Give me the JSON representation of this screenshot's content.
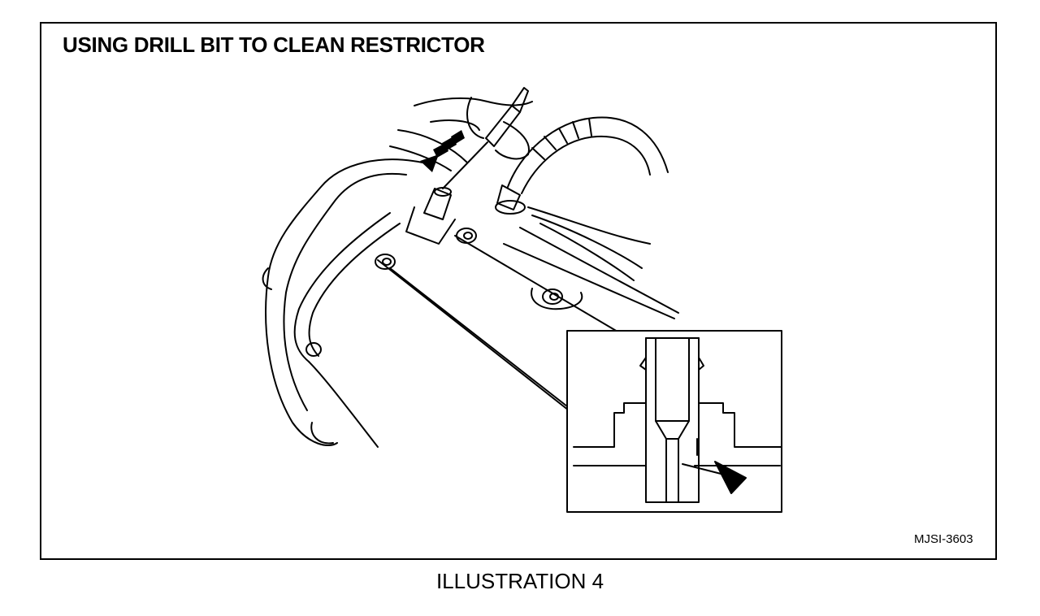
{
  "diagram": {
    "title": "USING DRILL BIT TO CLEAN RESTRICTOR",
    "figure_id": "MJSI-3603",
    "caption": "ILLUSTRATION 4"
  },
  "colors": {
    "line": "#000000",
    "background": "#ffffff"
  }
}
